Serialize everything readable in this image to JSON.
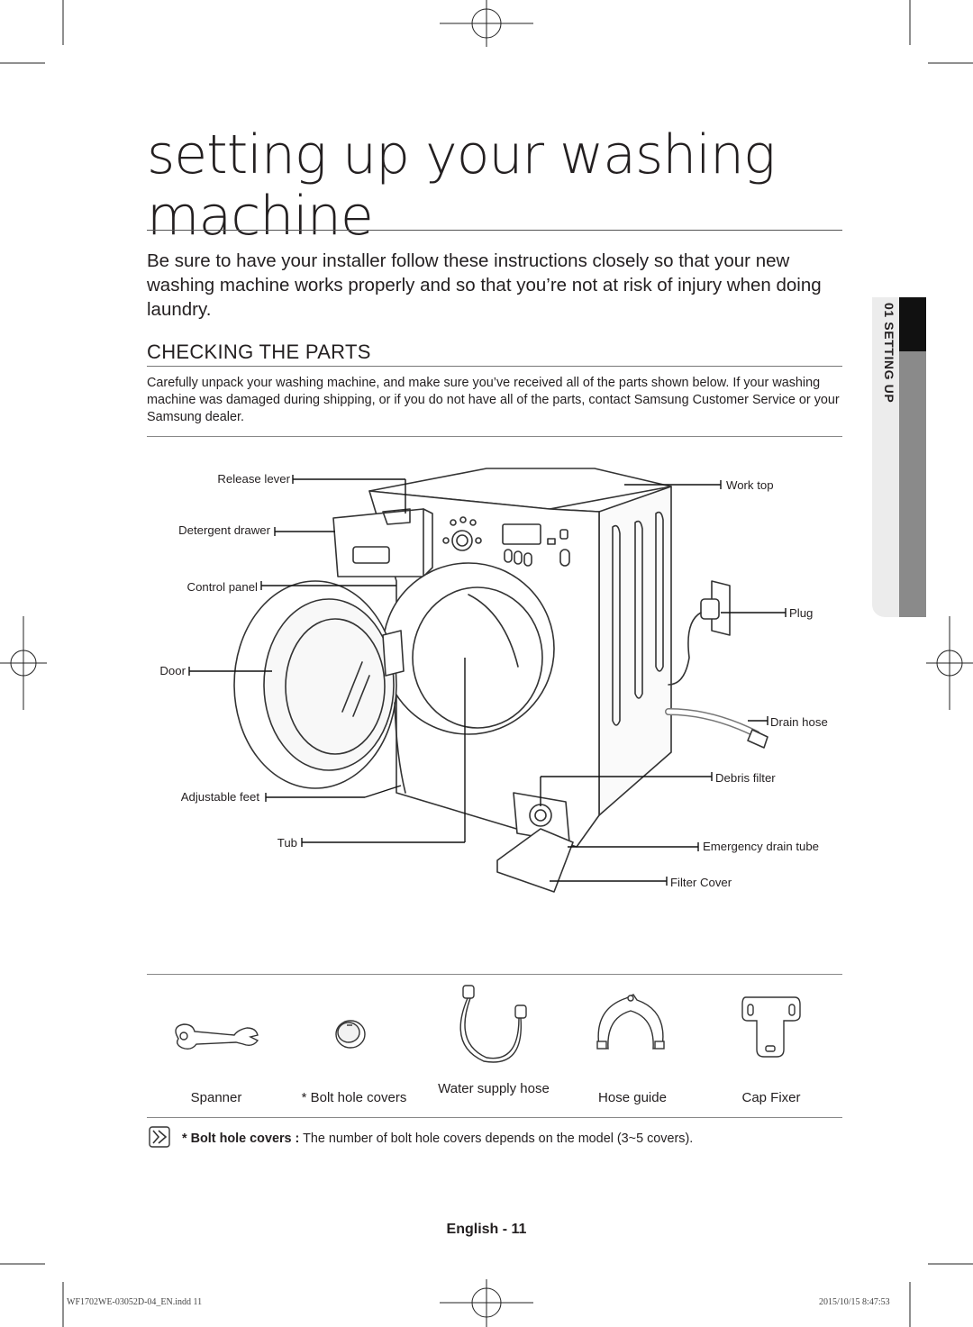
{
  "title": "setting up your washing machine",
  "intro": "Be sure to have your installer follow these instructions closely so that your new washing machine works properly and so that you’re not at risk of injury when doing laundry.",
  "section": {
    "heading": "CHECKING THE PARTS",
    "body": "Carefully unpack your washing machine, and make sure you’ve received all of the parts shown below. If your washing machine was damaged during shipping, or if you do not have all of the parts, contact Samsung Customer Service or your Samsung dealer."
  },
  "side_tab": {
    "label": "01 SETTING UP"
  },
  "diagram_labels": {
    "release_lever": "Release lever",
    "detergent_drawer": "Detergent drawer",
    "control_panel": "Control panel",
    "door": "Door",
    "adjustable_feet": "Adjustable feet",
    "tub": "Tub",
    "work_top": "Work top",
    "plug": "Plug",
    "drain_hose": "Drain hose",
    "debris_filter": "Debris filter",
    "emergency_drain_tube": "Emergency drain tube",
    "filter_cover": "Filter Cover"
  },
  "accessories": [
    {
      "label": "Spanner",
      "icon": "spanner-icon"
    },
    {
      "label": "* Bolt hole covers",
      "icon": "bolt-hole-cover-icon"
    },
    {
      "label": "Water supply hose",
      "icon": "water-supply-hose-icon"
    },
    {
      "label": "Hose guide",
      "icon": "hose-guide-icon"
    },
    {
      "label": "Cap Fixer",
      "icon": "cap-fixer-icon"
    }
  ],
  "note": {
    "bold": "* Bolt hole covers :",
    "text": " The number of bolt hole covers depends on the model (3~5 covers).",
    "icon": "note-icon"
  },
  "footer": {
    "page": "English - 11",
    "file": "WF1702WE-03052D-04_EN.indd   11",
    "date": "2015/10/15   8:47:53"
  }
}
